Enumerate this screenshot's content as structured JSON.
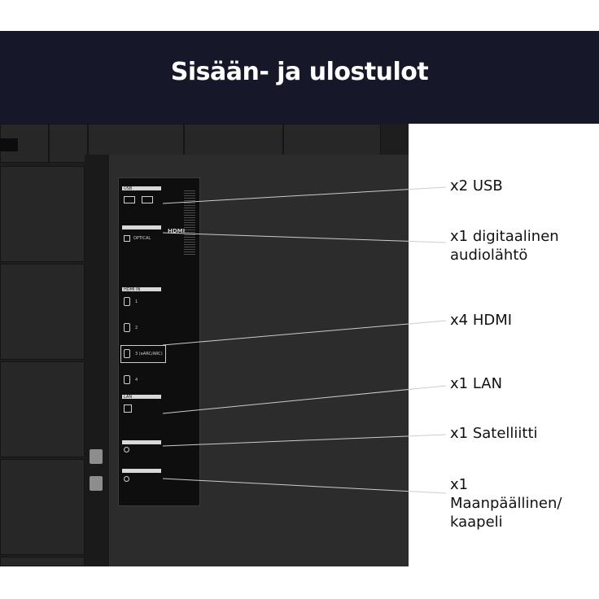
{
  "header": {
    "title": "Sisään- ja ulostulot"
  },
  "callouts": [
    {
      "id": "usb",
      "lines": [
        "x2 USB"
      ]
    },
    {
      "id": "optical",
      "lines": [
        "x1 digitaalinen",
        "audiolähtö"
      ]
    },
    {
      "id": "hdmi",
      "lines": [
        "x4 HDMI"
      ]
    },
    {
      "id": "lan",
      "lines": [
        "x1 LAN"
      ]
    },
    {
      "id": "satellite",
      "lines": [
        "x1 Satelliitti"
      ]
    },
    {
      "id": "antenna",
      "lines": [
        "x1",
        "Maanpäällinen/",
        "kaapeli"
      ]
    }
  ],
  "panel": {
    "port_labels": {
      "usb_header": "USB",
      "optical": "OPTICAL",
      "hdmi_header": "HDMI IN",
      "hdmi_1": "1",
      "hdmi_2": "2",
      "hdmi_3": "3 (eARC/ARC)",
      "hdmi_4": "4",
      "lan": "LAN",
      "hdmi_logo": "HDMI"
    }
  },
  "colors": {
    "header_bg": "#16182a",
    "title": "#ffffff",
    "label": "#111111",
    "line": "#cccccc"
  }
}
